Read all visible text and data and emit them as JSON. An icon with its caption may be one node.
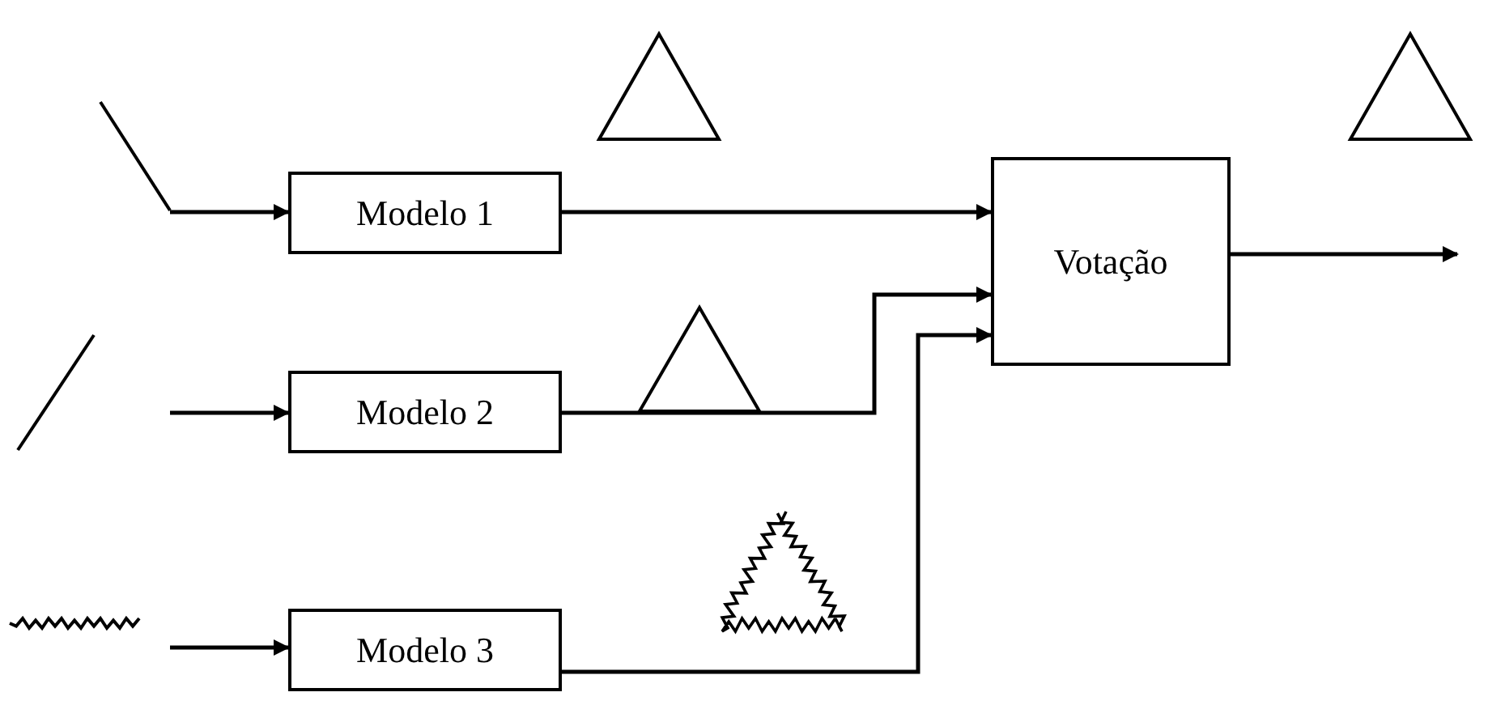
{
  "diagram": {
    "nodes": [
      {
        "text": [
          "Modelo 1"
        ]
      },
      {
        "text": [
          "Modelo 2"
        ]
      },
      {
        "text": [
          "Modelo 3"
        ]
      },
      {
        "text": [
          "Votação"
        ]
      }
    ],
    "edges": [
      {
        "from": null,
        "to": 0,
        "arrow": "to"
      },
      {
        "from": null,
        "to": 1,
        "arrow": "to"
      },
      {
        "from": null,
        "to": 2,
        "arrow": "to"
      },
      {
        "from": 0,
        "to": 3,
        "arrow": "to"
      },
      {
        "from": 1,
        "to": 3,
        "arrow": "to"
      },
      {
        "from": 2,
        "to": 3,
        "arrow": "to"
      },
      {
        "from": 3,
        "to": null,
        "arrow": "to"
      }
    ]
  }
}
